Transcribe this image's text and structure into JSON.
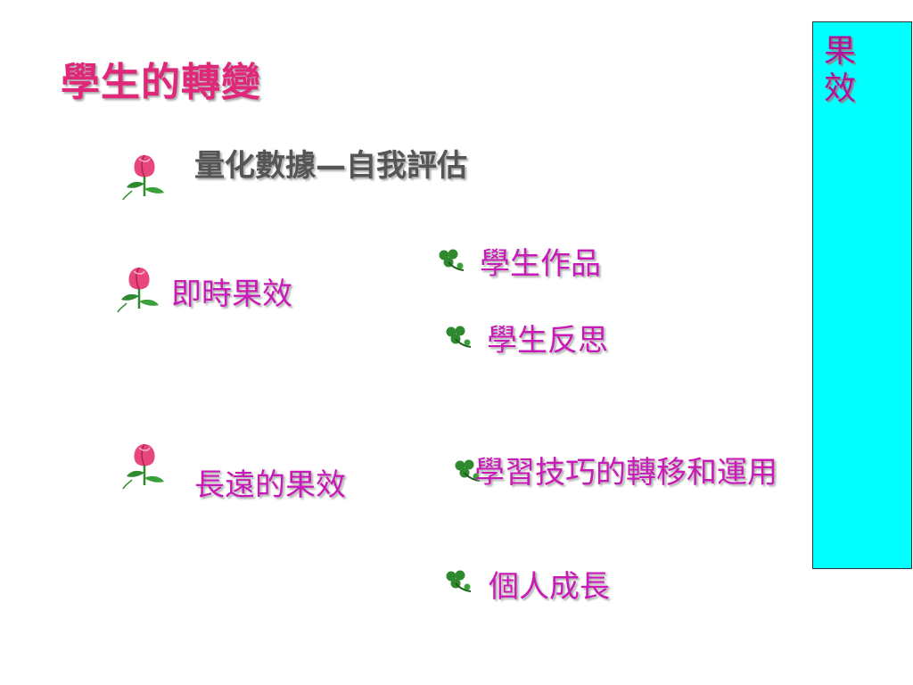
{
  "slide": {
    "title": "學生的轉變",
    "side_panel_label": "果效"
  },
  "items": {
    "quant": "量化數據—自我評估",
    "immediate": "即時果效",
    "student_work": "學生作品",
    "student_reflection": "學生反思",
    "long_term": "長遠的果效",
    "transfer": "學習技巧的轉移和運用",
    "growth": "個人成長"
  },
  "colors": {
    "title": "#e0287a",
    "magenta_text": "#c81ab6",
    "gray_text": "#555555",
    "side_panel_bg": "#00ffff",
    "rose_petal": "#e8477e",
    "leaf": "#2f8a2f"
  },
  "icons": {
    "bullet_rose": "rose-icon",
    "bullet_clover": "clover-icon"
  }
}
